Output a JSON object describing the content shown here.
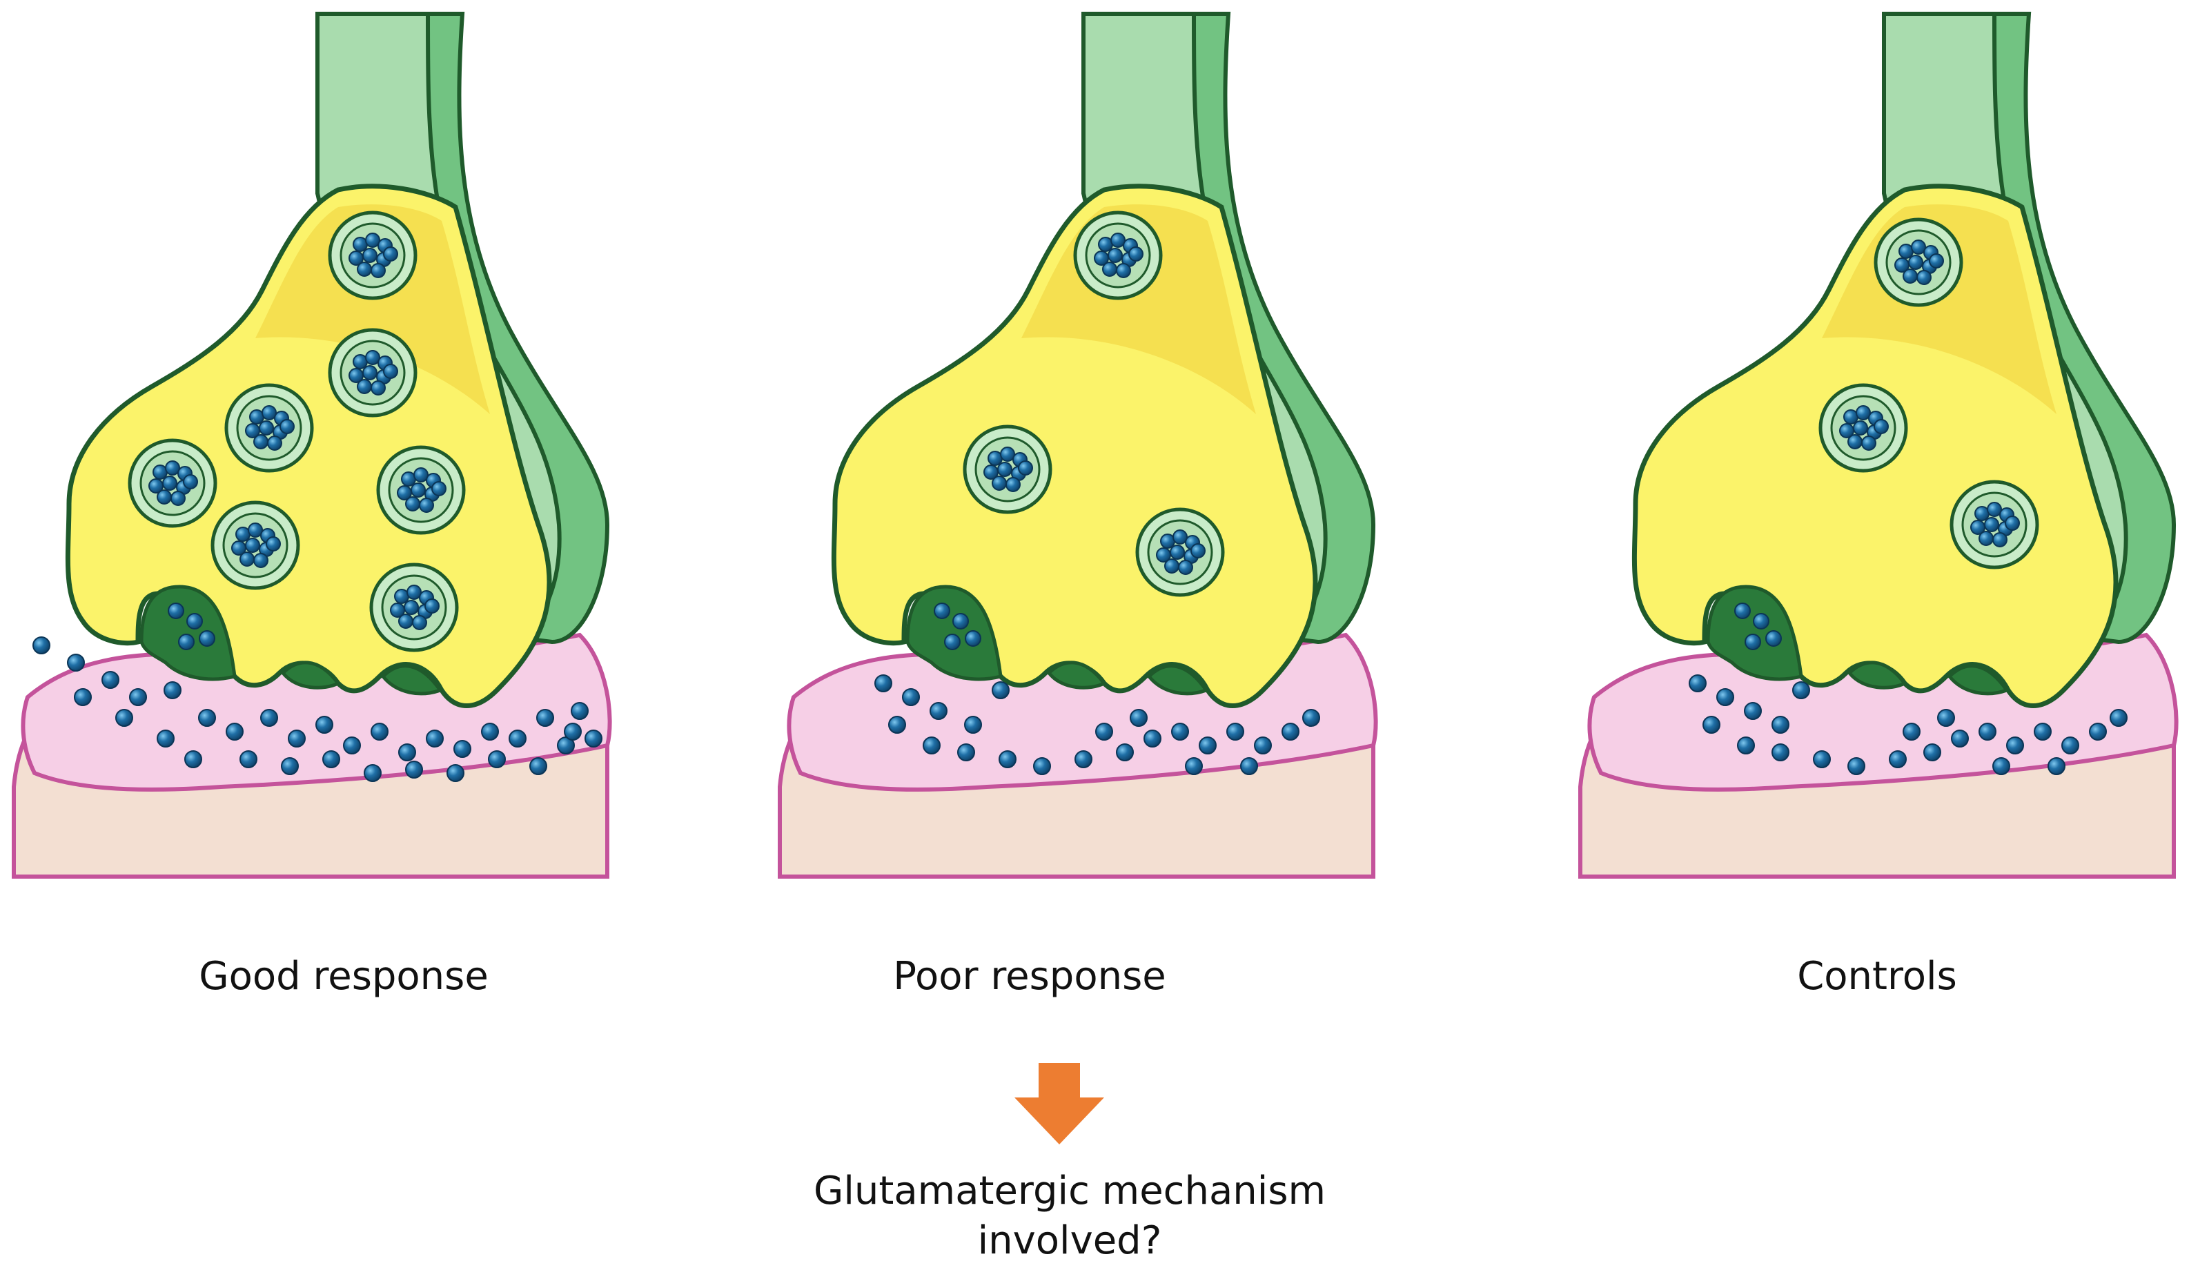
{
  "panels": [
    {
      "id": "good",
      "label": "Good response"
    },
    {
      "id": "poor",
      "label": "Poor response"
    },
    {
      "id": "controls",
      "label": "Controls"
    }
  ],
  "conclusion": {
    "line1": "Glutamatergic mechanism",
    "line2": "involved?"
  },
  "colors": {
    "axon": "#a9dcae",
    "axon_dark": "#72c382",
    "outline": "#1f5a2b",
    "terminal": "#fbf36a",
    "terminal_edge": "#f1cf3a",
    "vesicle": "#c9ecc9",
    "cleft": "#f6cfe6",
    "cleft_edge": "#c4539b",
    "dendrite": "#f3dfd2",
    "glutamate": "#1f6fa6",
    "arrow": "#ed7d31"
  }
}
